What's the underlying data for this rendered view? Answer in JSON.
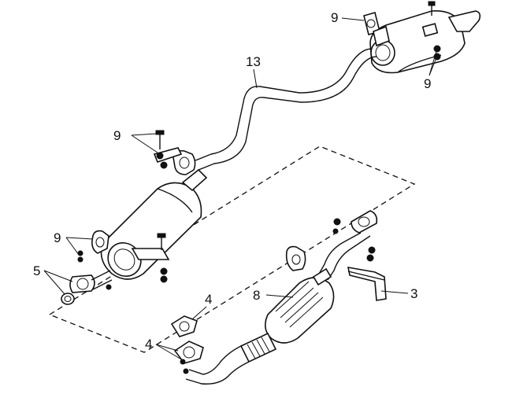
{
  "callouts": {
    "c9_top": "9",
    "c9_right": "9",
    "c9_mid": "9",
    "c9_left": "9",
    "c13": "13",
    "c5": "5",
    "c4_upper": "4",
    "c4_lower": "4",
    "c8": "8",
    "c3": "3"
  }
}
